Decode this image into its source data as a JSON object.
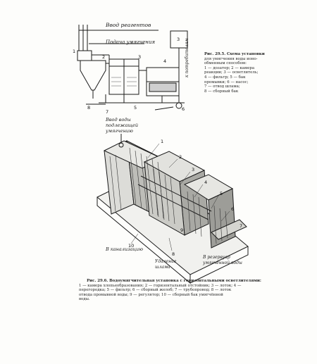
{
  "figure_top": {
    "labels": {
      "reagent_feed": "Ввод реагентов",
      "water_feed": "Подача умягчения",
      "right_outlet": "к потребителям",
      "block_3": "3"
    },
    "numbers": [
      "1",
      "2",
      "3",
      "4",
      "5",
      "6",
      "7",
      "8"
    ],
    "caption": {
      "title": "Рис. 29.5. Схема установки",
      "lines": [
        "для умягчения воды ионо-",
        "обменным способом:",
        "1 — дозатор; 2 — камера",
        "реакции; 3 — осветлитель;",
        "4 — фильтр; 5 — бак",
        "промывки; 6 — насос;",
        "7 — отвод шлама;",
        "8 — сборный бак"
      ]
    }
  },
  "figure_bottom": {
    "labels": {
      "feed_top": "Ввод воды",
      "feed_top2": "подлежащей",
      "feed_top3": "умягчению",
      "left_out": "В канализацию",
      "mid_out": "Удаление",
      "mid_out2": "шлама",
      "right_out": "В резервуар",
      "right_out2": "умягчённой воды"
    },
    "numbers": [
      "1",
      "2",
      "3",
      "4",
      "5",
      "6",
      "7",
      "8",
      "9",
      "10"
    ],
    "caption": {
      "title": "Рис. 29.6. Водоумягчительная установка с горизонтальными осветлителями:",
      "lines": [
        "1 — камера хлопьеобразования; 2 — горизонтальный отстойник; 3 — лоток; 4 —",
        "перегородка; 5 — фильтр; 6 — сборный желоб; 7 — трубопровод; 8 — лоток",
        "отвода промывной воды; 9 — регулятор; 10 — сборный бак умягчённой",
        "воды."
      ]
    }
  }
}
